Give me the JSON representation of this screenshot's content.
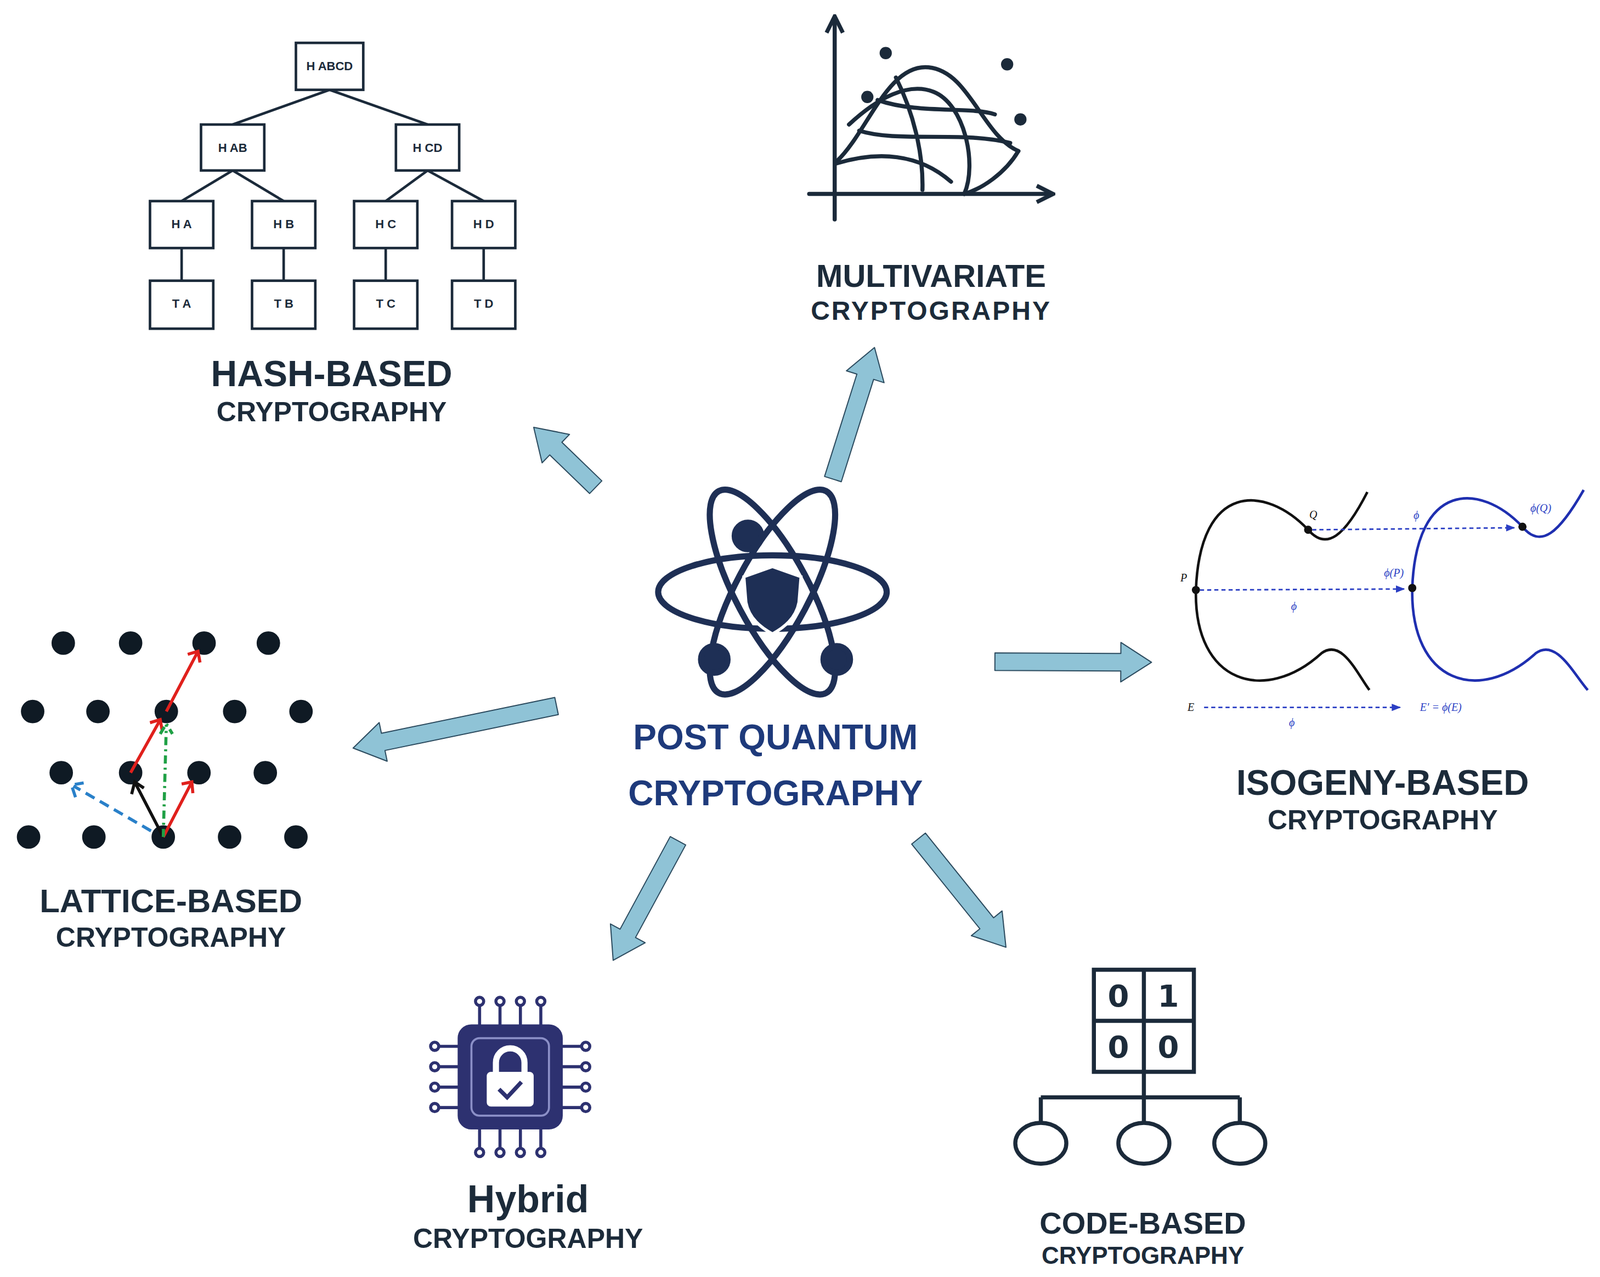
{
  "diagram": {
    "nodes": [
      {
        "text": [
          "POST QUANTUM CRYPTOGRAPHY"
        ]
      },
      {
        "text": [
          "HASH-BASED",
          "CRYPTOGRAPHY"
        ]
      },
      {
        "text": [
          "MULTIVARIATE",
          "CRYPTOGRAPHY"
        ]
      },
      {
        "text": [
          "ISOGENY-BASED",
          "CRYPTOGRAPHY"
        ]
      },
      {
        "text": [
          "LATTICE-BASED",
          "CRYPTOGRAPHY"
        ]
      },
      {
        "text": [
          "Hybrid",
          "CRYPTOGRAPHY"
        ]
      },
      {
        "text": [
          "CODE-BASED",
          "CRYPTOGRAPHY"
        ]
      }
    ],
    "edges": [
      {
        "from": 0,
        "to": 1,
        "arrow": "to"
      },
      {
        "from": 0,
        "to": 2,
        "arrow": "to"
      },
      {
        "from": 0,
        "to": 3,
        "arrow": "to"
      },
      {
        "from": 0,
        "to": 4,
        "arrow": "to"
      },
      {
        "from": 0,
        "to": 5,
        "arrow": "to"
      },
      {
        "from": 0,
        "to": 6,
        "arrow": "to"
      }
    ],
    "labels": [
      "H ABCD",
      "H AB",
      "H CD",
      "H A",
      "H B",
      "H C",
      "H D",
      "T A",
      "T B",
      "T C",
      "T D",
      "Q",
      "ϕ",
      "ϕ(Q)",
      "P",
      "ϕ(P)",
      "ϕ",
      "E",
      "E′ = ϕ(E)",
      "ϕ",
      "0",
      "1",
      "0",
      "0"
    ]
  }
}
